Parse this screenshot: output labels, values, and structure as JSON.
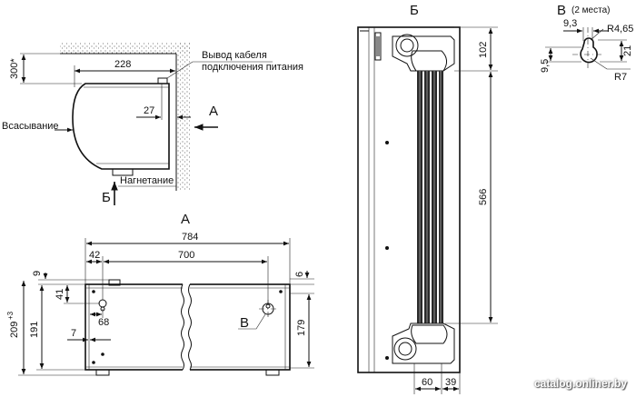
{
  "views": {
    "side": {
      "dims": {
        "width": "228",
        "top_offset": "300*",
        "cable_offset": "27"
      },
      "labels": {
        "cable_line1": "Вывод кабеля",
        "cable_line2": "подключения питания",
        "intake": "Всасывание",
        "discharge": "Нагнетание"
      },
      "markers": {
        "view_a": "А",
        "view_b": "Б"
      }
    },
    "front": {
      "title": "А",
      "dims": {
        "total_width": "784",
        "inner_width": "700",
        "left_offset": "42",
        "top_gap": "9",
        "right_gap": "6",
        "hole_depth": "41",
        "hole_spacing": "68",
        "small_offset": "7",
        "total_height": "209",
        "total_height_tol": "+3",
        "body_height": "191",
        "right_height": "179"
      },
      "detail_marker": "В"
    },
    "back": {
      "title": "Б",
      "dims": {
        "top": "102",
        "middle": "566",
        "bottom_left": "60",
        "bottom_right": "39"
      }
    },
    "detail": {
      "title": "В",
      "note": "(2 места)",
      "dims": {
        "width": "9,3",
        "radius_small": "R4,65",
        "height": "9,5",
        "offset": "21",
        "radius_large": "R7"
      }
    }
  },
  "watermark": "catalog.onliner.by"
}
